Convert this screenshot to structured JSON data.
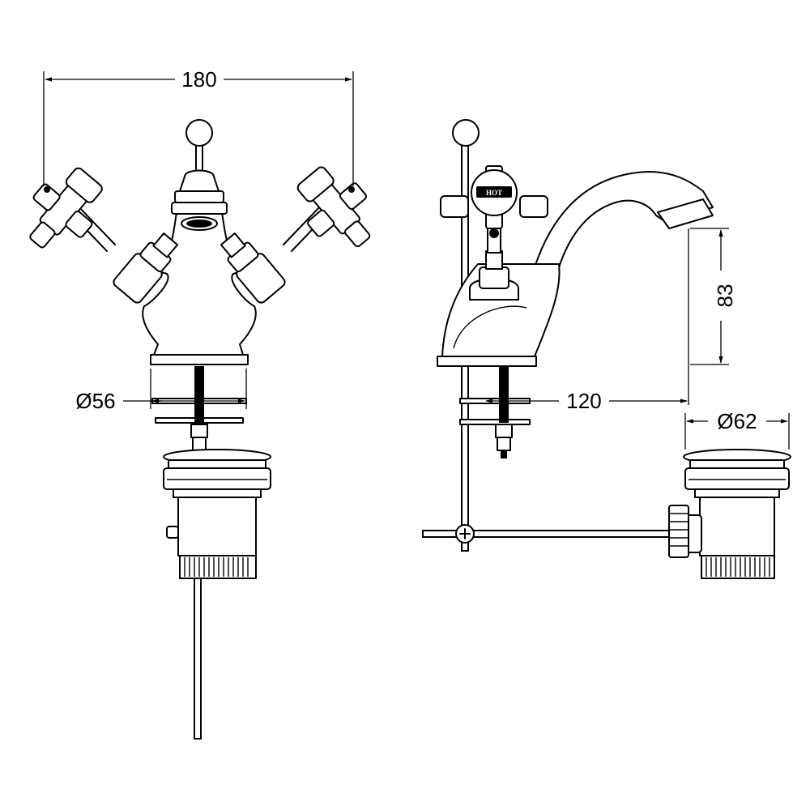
{
  "dimensions": {
    "overall_width": "180",
    "deck_diameter": "Ø56",
    "spout_projection": "120",
    "spout_height": "83",
    "waste_diameter": "Ø62"
  },
  "handle_marking": "HOT"
}
